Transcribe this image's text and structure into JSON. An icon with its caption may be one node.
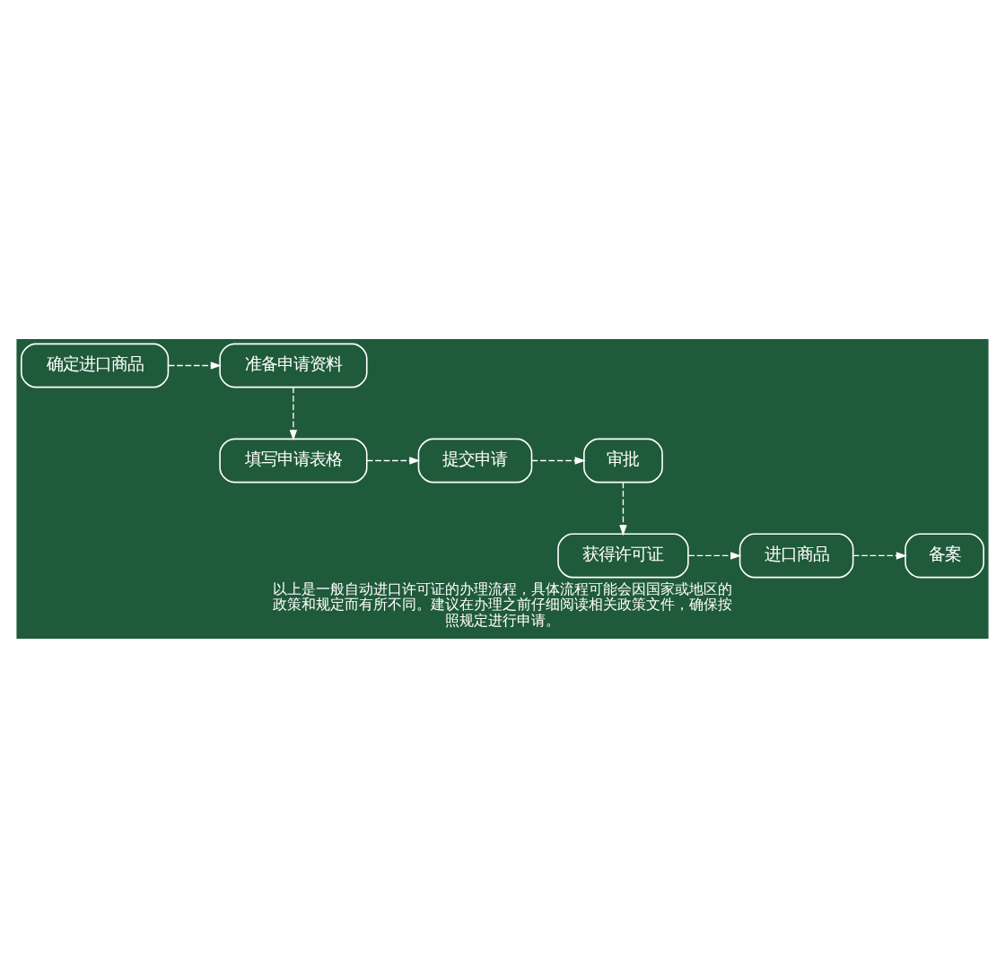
{
  "diagram": {
    "caption": "以上是一般自动进口许可证的办理流程，具体流程可能会因国家或地区的政策和规定而有所不同。建议在办理之前仔细阅读相关政策文件，确保按照规定进行申请。",
    "nodes": [
      {
        "text": [
          "确定进口商品"
        ]
      },
      {
        "text": [
          "准备申请资料"
        ]
      },
      {
        "text": [
          "填写申请表格"
        ]
      },
      {
        "text": [
          "提交申请"
        ]
      },
      {
        "text": [
          "审批"
        ]
      },
      {
        "text": [
          "获得许可证"
        ]
      },
      {
        "text": [
          "进口商品"
        ]
      },
      {
        "text": [
          "备案"
        ]
      }
    ],
    "edges": [
      {
        "from": 0,
        "to": 1,
        "arrow": "to",
        "style": "dashed"
      },
      {
        "from": 1,
        "to": 2,
        "arrow": "to",
        "style": "dashed"
      },
      {
        "from": 2,
        "to": 3,
        "arrow": "to",
        "style": "dashed"
      },
      {
        "from": 3,
        "to": 4,
        "arrow": "to",
        "style": "dashed"
      },
      {
        "from": 4,
        "to": 5,
        "arrow": "to",
        "style": "dashed"
      },
      {
        "from": 5,
        "to": 6,
        "arrow": "to",
        "style": "dashed"
      },
      {
        "from": 6,
        "to": 7,
        "arrow": "to",
        "style": "dashed"
      }
    ]
  }
}
